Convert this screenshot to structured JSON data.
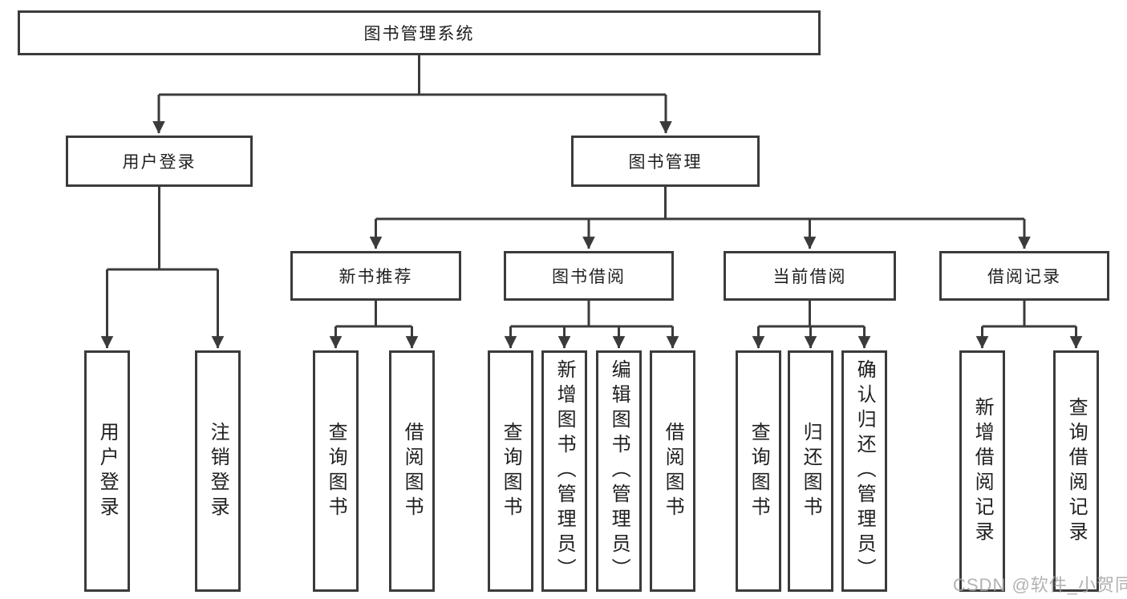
{
  "diagram": {
    "title": "图书管理系统",
    "watermark": "CSDN @软件_小贺同学",
    "colors": {
      "line": "#3b3b3b",
      "box_border": "#3b3b3b",
      "box_background": "#ffffff",
      "text": "#1f1f1f",
      "watermark": "#a5a5a5"
    },
    "user_login": {
      "label": "用户登录",
      "children": [
        {
          "label": "用户登录"
        },
        {
          "label": "注销登录"
        }
      ]
    },
    "book_management": {
      "label": "图书管理",
      "sections": [
        {
          "label": "新书推荐",
          "children": [
            {
              "label": "查询图书"
            },
            {
              "label": "借阅图书"
            }
          ]
        },
        {
          "label": "图书借阅",
          "children": [
            {
              "label": "查询图书"
            },
            {
              "label": "新增图书（管理员）"
            },
            {
              "label": "编辑图书（管理员）"
            },
            {
              "label": "借阅图书"
            }
          ]
        },
        {
          "label": "当前借阅",
          "children": [
            {
              "label": "查询图书"
            },
            {
              "label": "归还图书"
            },
            {
              "label": "确认归还（管理员）"
            }
          ]
        },
        {
          "label": "借阅记录",
          "children": [
            {
              "label": "新增借阅记录"
            },
            {
              "label": "查询借阅记录"
            }
          ]
        }
      ]
    }
  }
}
